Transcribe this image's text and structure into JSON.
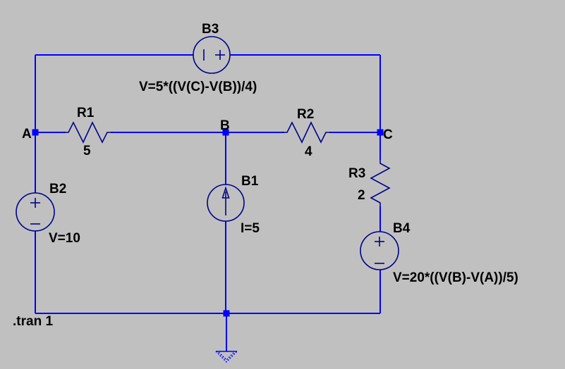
{
  "canvas": {
    "background_color": "#c0c0c0",
    "wire_color": "#0000ff",
    "symbol_color": "#00008b",
    "text_color": "#000000"
  },
  "directive": {
    "text": ".tran 1"
  },
  "net_labels": {
    "a": "A",
    "b": "B",
    "c": "C"
  },
  "components": {
    "b1": {
      "name": "B1",
      "value": "I=5",
      "type": "behavioral-current-source"
    },
    "b2": {
      "name": "B2",
      "value": "V=10",
      "type": "behavioral-voltage-source"
    },
    "b3": {
      "name": "B3",
      "value": "V=5*((V(C)-V(B))/4)",
      "type": "behavioral-voltage-source"
    },
    "b4": {
      "name": "B4",
      "value": "V=20*((V(B)-V(A))/5)",
      "type": "behavioral-voltage-source"
    },
    "r1": {
      "name": "R1",
      "value": "5",
      "type": "resistor"
    },
    "r2": {
      "name": "R2",
      "value": "4",
      "type": "resistor"
    },
    "r3": {
      "name": "R3",
      "value": "2",
      "type": "resistor"
    }
  },
  "icons": {
    "plus": "plus-icon",
    "minus": "minus-icon",
    "arrow_up": "arrow-up-icon",
    "ground": "ground-icon"
  }
}
